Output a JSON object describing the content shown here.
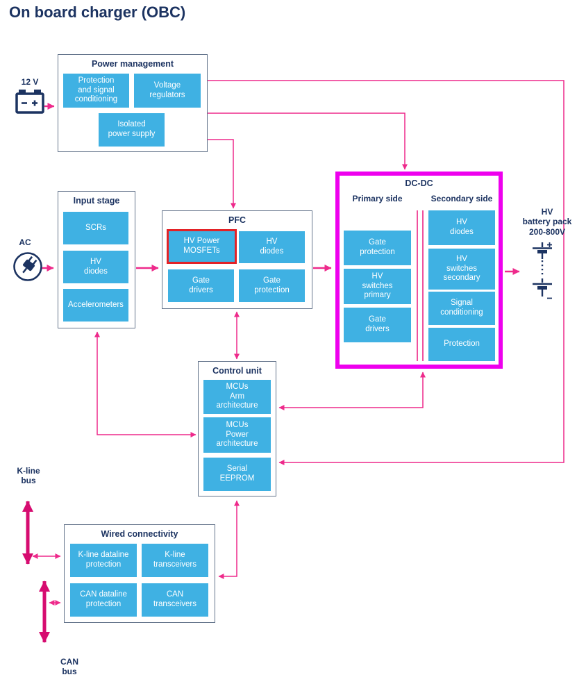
{
  "title": "On board charger (OBC)",
  "colors": {
    "block_fill": "#3fb1e3",
    "heading_navy": "#1c3361",
    "connector_magenta": "#ee2a8b",
    "bus_magenta": "#d60c70",
    "dcdc_highlight_border": "#ee00ee",
    "selected_red_border": "#e32227",
    "group_border_gray": "#64748b"
  },
  "sources": {
    "battery12v_label": "12 V",
    "ac_label": "AC",
    "hv_battery_label": "HV\nbattery pack\n200-800V"
  },
  "buses": {
    "kline_label": "K-line\nbus",
    "can_label": "CAN\nbus"
  },
  "blocks": {
    "power_management": {
      "title": "Power management",
      "items": [
        "Protection\nand signal\nconditioning",
        "Voltage\nregulators",
        "Isolated\npower supply"
      ]
    },
    "input_stage": {
      "title": "Input stage",
      "items": [
        "SCRs",
        "HV\ndiodes",
        "Accelerometers"
      ]
    },
    "pfc": {
      "title": "PFC",
      "items": [
        "HV Power\nMOSFETs",
        "HV\ndiodes",
        "Gate\ndrivers",
        "Gate\nprotection"
      ],
      "highlighted_item": "HV Power MOSFETs"
    },
    "dcdc": {
      "title": "DC-DC",
      "primary_label": "Primary side",
      "secondary_label": "Secondary side",
      "primary_items": [
        "Gate\nprotection",
        "HV\nswitches\nprimary",
        "Gate\ndrivers"
      ],
      "secondary_items": [
        "HV\ndiodes",
        "HV\nswitches\nsecondary",
        "Signal\nconditioning",
        "Protection"
      ]
    },
    "control_unit": {
      "title": "Control unit",
      "items": [
        "MCUs\nArm\narchitecture",
        "MCUs\nPower\narchitecture",
        "Serial\nEEPROM"
      ]
    },
    "wired_connectivity": {
      "title": "Wired connectivity",
      "items": [
        "K-line dataline\nprotection",
        "K-line\ntransceivers",
        "CAN dataline\nprotection",
        "CAN\ntransceivers"
      ]
    }
  }
}
